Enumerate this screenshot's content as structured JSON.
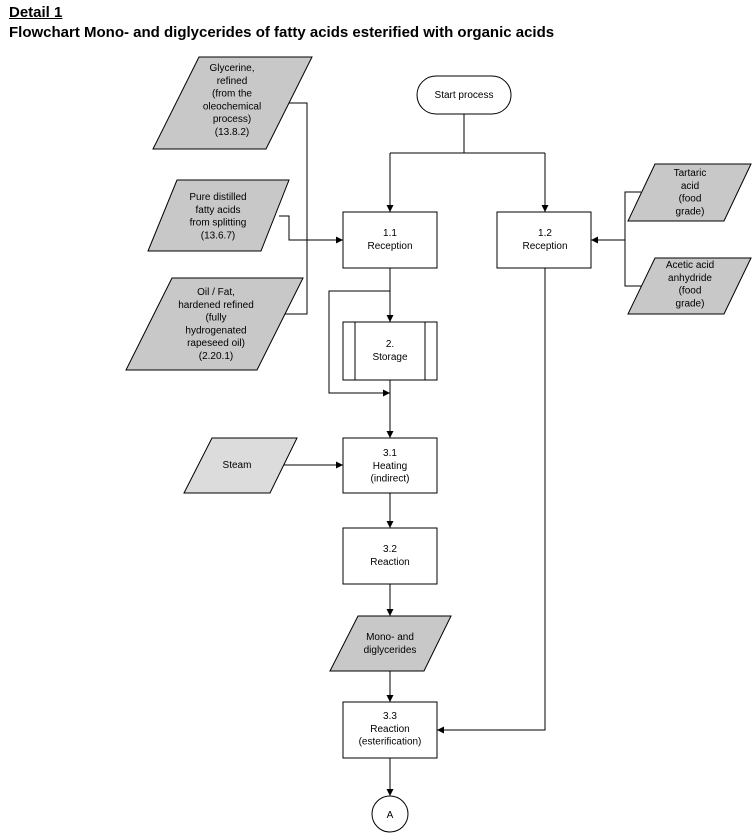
{
  "header": {
    "detail": "Detail 1",
    "title": "Flowchart Mono- and diglycerides of fatty acids esterified with organic acids"
  },
  "colors": {
    "input_fill": "#c8c8c8",
    "steam_fill": "#dcdcdc",
    "line": "#000000",
    "box_fill": "#ffffff"
  },
  "nodes": {
    "start": [
      "Start process"
    ],
    "glycerine": [
      "Glycerine,",
      "refined",
      "(from the",
      "oleochemical",
      "process)",
      "(13.8.2)"
    ],
    "fatty_acids": [
      "Pure distilled",
      "fatty acids",
      "from splitting",
      "(13.6.7)"
    ],
    "oil_fat": [
      "Oil / Fat,",
      "hardened refined",
      "(fully",
      "hydrogenated",
      "rapeseed oil)",
      "(2.20.1)"
    ],
    "tartaric": [
      "Tartaric",
      "acid",
      "(food",
      "grade)"
    ],
    "acetic": [
      "Acetic acid",
      "anhydride",
      "(food",
      "grade)"
    ],
    "reception_11": [
      "1.1",
      "Reception"
    ],
    "reception_12": [
      "1.2",
      "Reception"
    ],
    "storage": [
      "2.",
      "Storage"
    ],
    "steam": [
      "Steam"
    ],
    "heating": [
      "3.1",
      "Heating",
      "(indirect)"
    ],
    "reaction_32": [
      "3.2",
      "Reaction"
    ],
    "mono_di": [
      "Mono- and",
      "diglycerides"
    ],
    "reaction_33": [
      "3.3",
      "Reaction",
      "(esterification)"
    ],
    "connector": [
      "A"
    ]
  }
}
